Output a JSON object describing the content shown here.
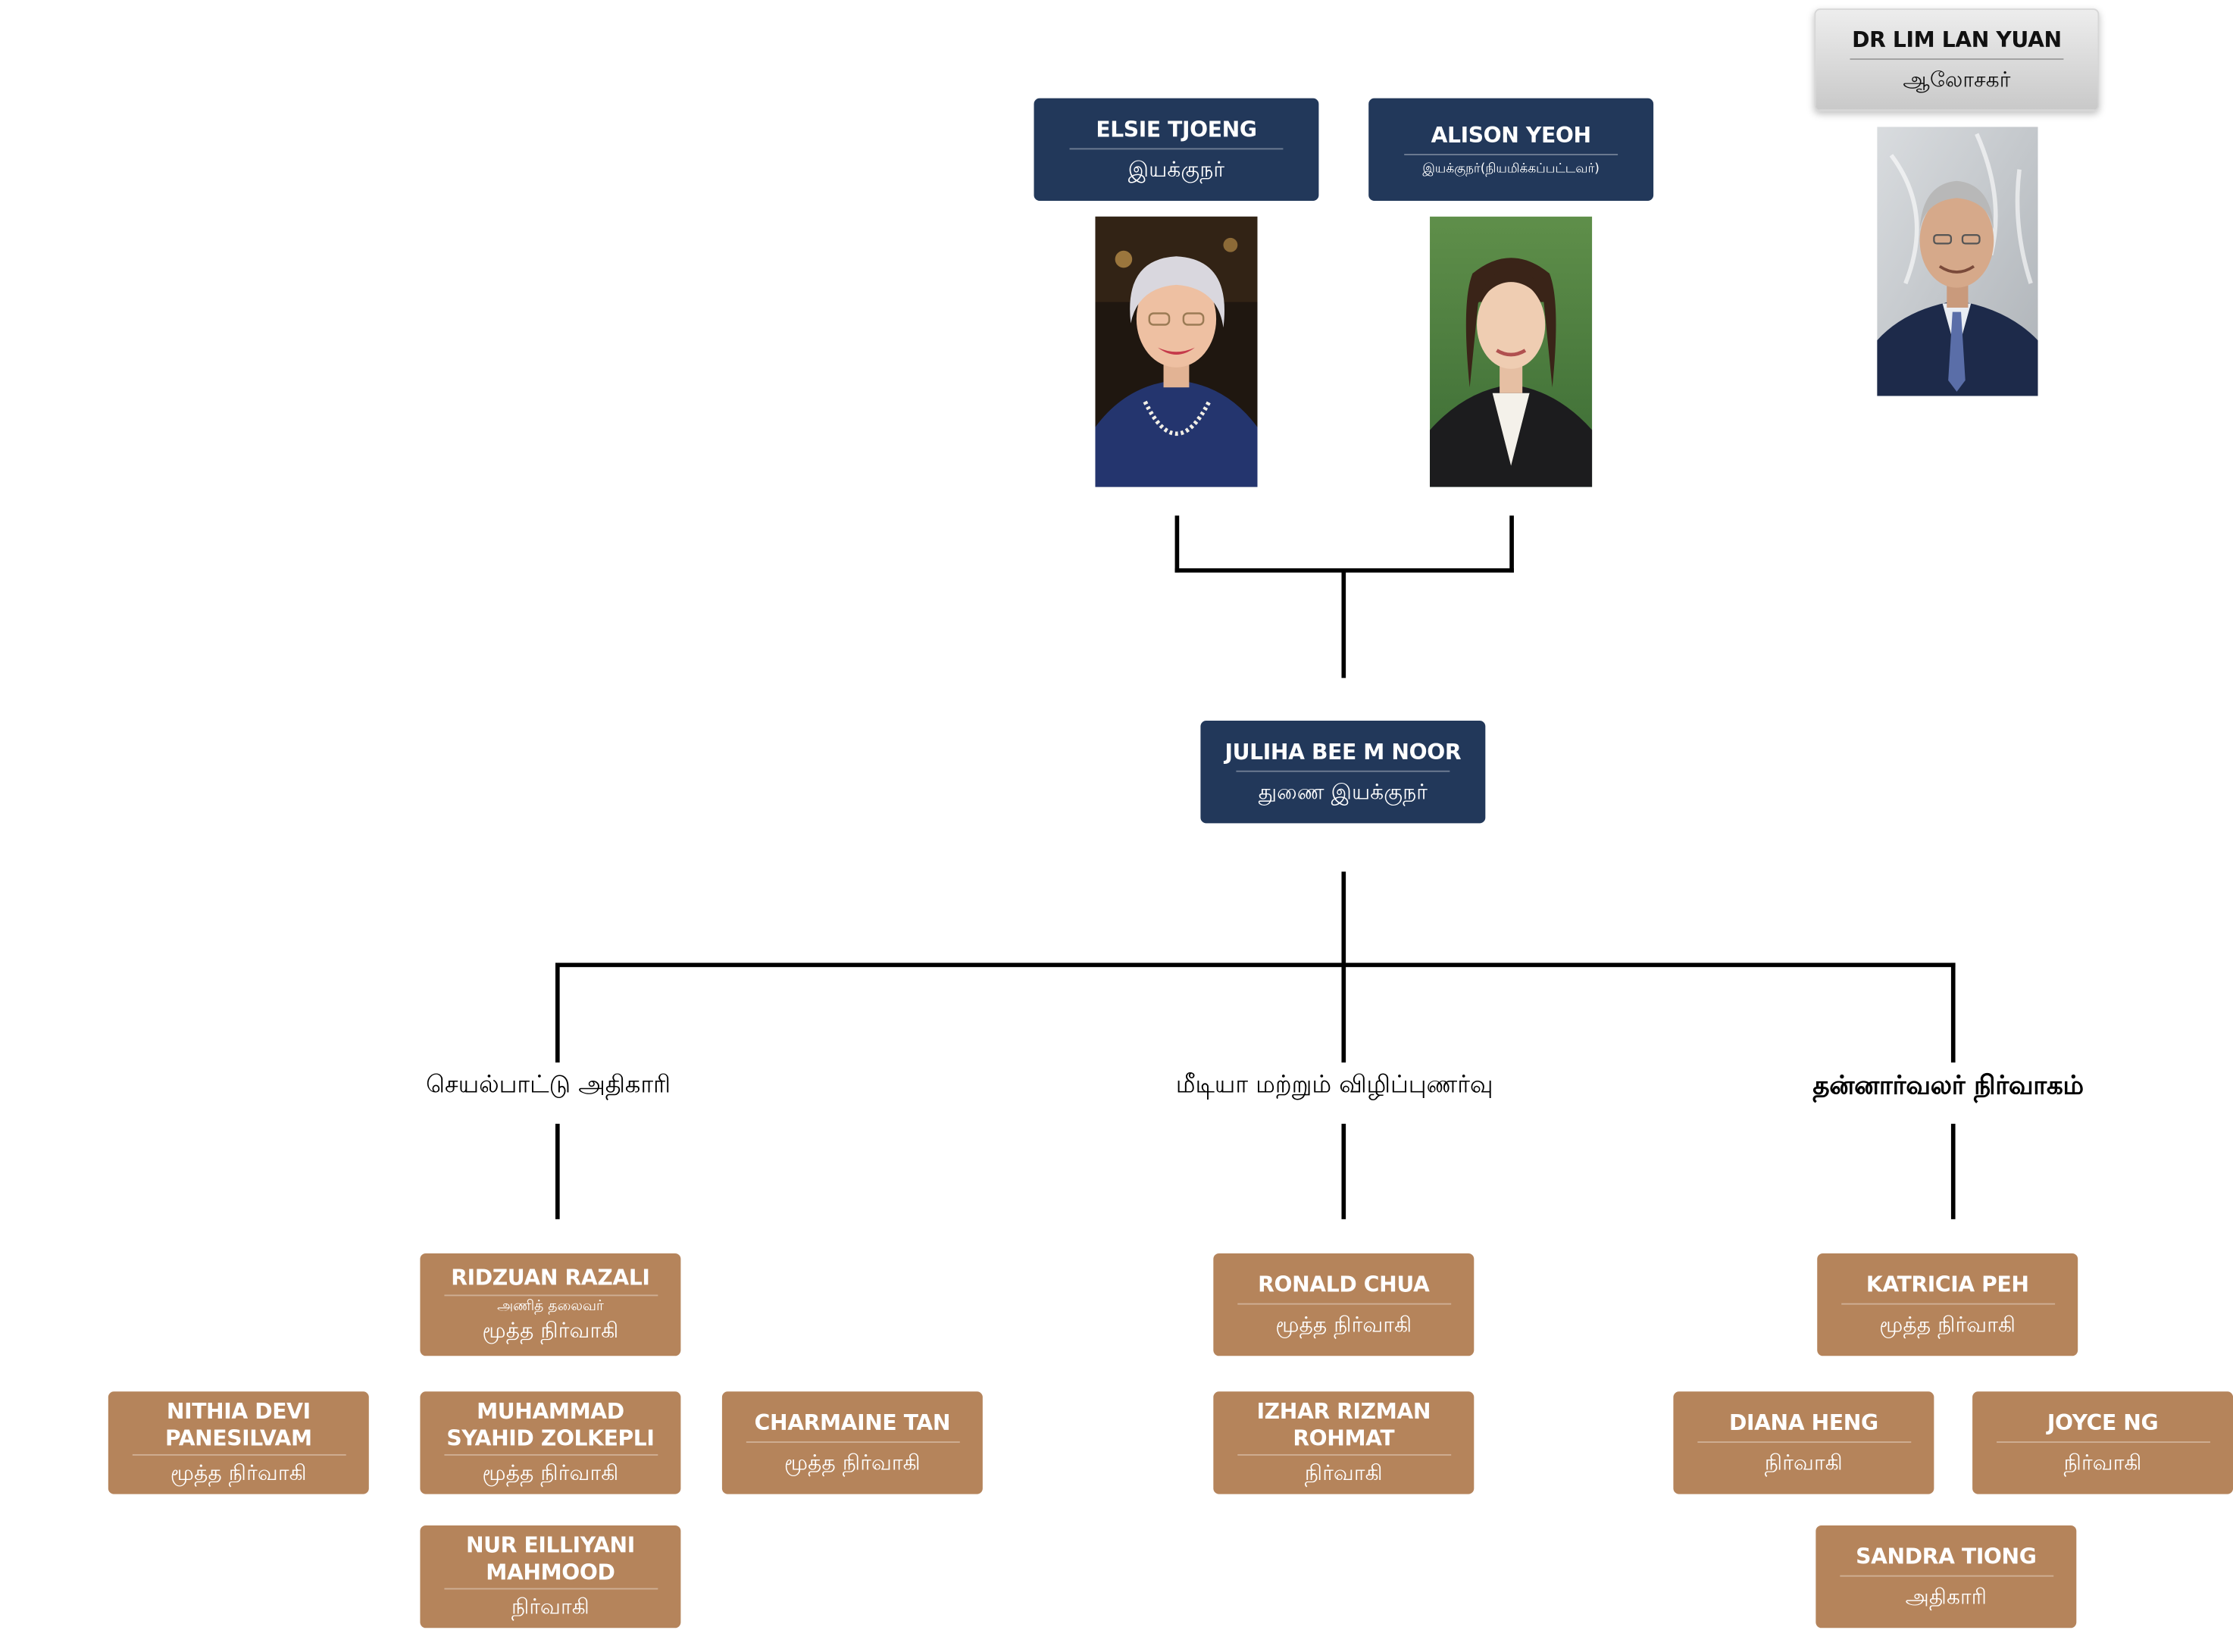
{
  "advisor": {
    "name": "DR LIM LAN YUAN",
    "role": "ஆலோசகர்"
  },
  "directors": [
    {
      "name": "ELSIE TJOENG",
      "role": "இயக்குநர்"
    },
    {
      "name": "ALISON YEOH",
      "role": "இயக்குநர்(நியமிக்கப்பட்டவர்)"
    }
  ],
  "deputy": {
    "name": "JULIHA BEE M NOOR",
    "role": "துணை இயக்குநர்"
  },
  "departments": [
    "செயல்பாட்டு அதிகாரி",
    "மீடியா மற்றும் விழிப்புணர்வு",
    "தன்னார்வலர் நிர்வாகம்"
  ],
  "operations": [
    {
      "name": "RIDZUAN RAZALI",
      "subtitle": "அணித் தலைவர்",
      "role": "மூத்த நிர்வாகி"
    },
    {
      "name": "NITHIA DEVI PANESILVAM",
      "role": "மூத்த நிர்வாகி"
    },
    {
      "name": "MUHAMMAD SYAHID ZOLKEPLI",
      "role": "மூத்த நிர்வாகி"
    },
    {
      "name": "CHARMAINE TAN",
      "role": "மூத்த நிர்வாகி"
    },
    {
      "name": "NUR EILLIYANI MAHMOOD",
      "role": "நிர்வாகி"
    }
  ],
  "media": [
    {
      "name": "RONALD CHUA",
      "role": "மூத்த நிர்வாகி"
    },
    {
      "name": "IZHAR RIZMAN ROHMAT",
      "role": "நிர்வாகி"
    }
  ],
  "volunteer": [
    {
      "name": "KATRICIA PEH",
      "role": "மூத்த நிர்வாகி"
    },
    {
      "name": "DIANA HENG",
      "role": "நிர்வாகி"
    },
    {
      "name": "JOYCE NG",
      "role": "நிர்வாகி"
    },
    {
      "name": "SANDRA TIONG",
      "role": "அதிகாரி"
    }
  ],
  "colors": {
    "navy": "#22385a",
    "tan": "#b5845b",
    "line": "#000000"
  }
}
